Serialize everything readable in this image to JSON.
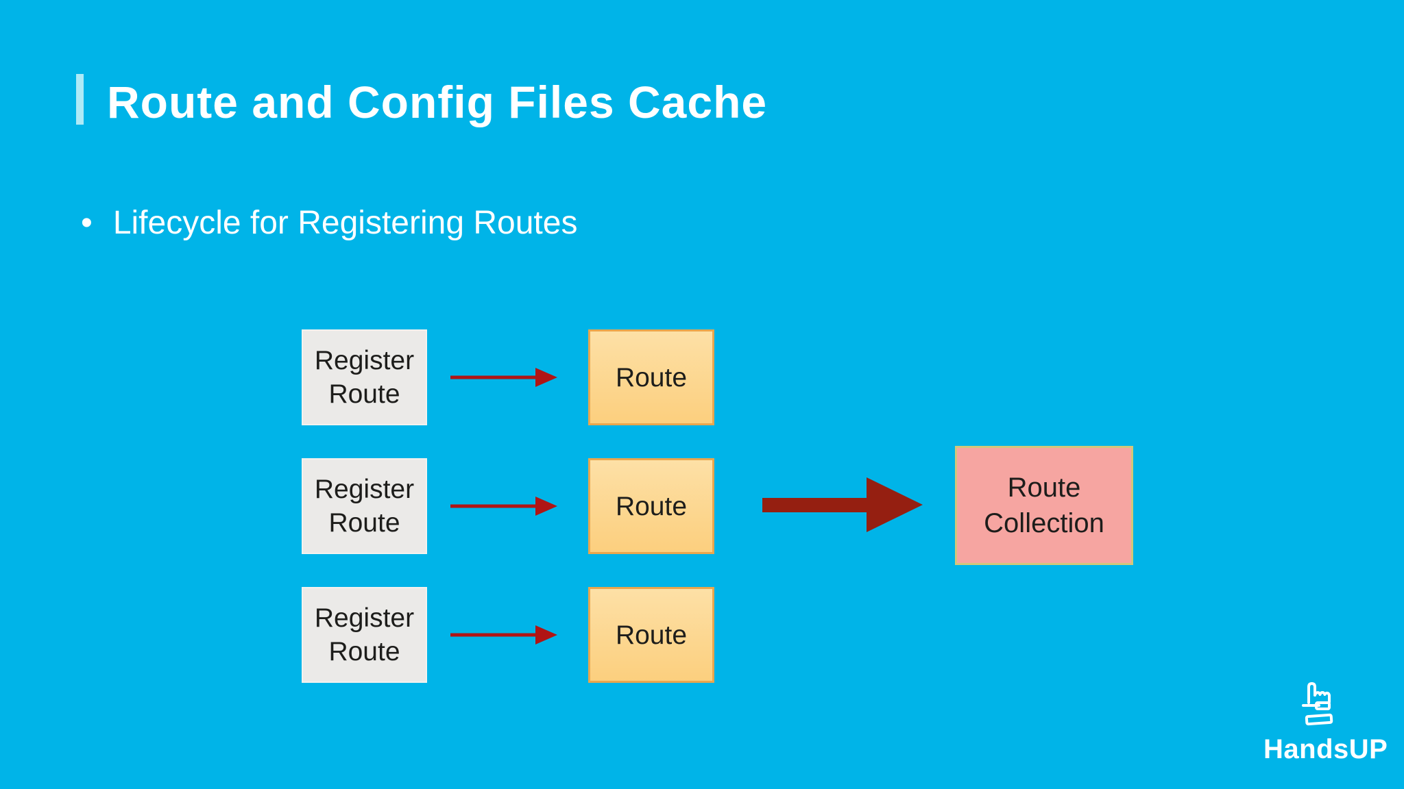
{
  "slide": {
    "title": "Route and Config Files Cache",
    "bullet": "Lifecycle for Registering Routes",
    "background_color": "#00b4e8",
    "accent_bar_color": "#aeeaf7",
    "text_color": "#ffffff"
  },
  "diagram": {
    "rows": [
      {
        "source": "Register Route",
        "target": "Route"
      },
      {
        "source": "Register Route",
        "target": "Route"
      },
      {
        "source": "Register Route",
        "target": "Route"
      }
    ],
    "result": "Route Collection",
    "colors": {
      "source_fill": "#ebeae8",
      "target_fill_top": "#fde0a6",
      "target_fill_bottom": "#fccf7e",
      "target_border": "#eaa64d",
      "result_fill": "#f6a5a1",
      "result_border": "#d2c77b",
      "small_arrow": "#b01515",
      "large_arrow": "#951f11",
      "box_text": "#1d1d1b"
    }
  },
  "footer": {
    "brand": "HandsUP",
    "logo_icon": "hand-pointing-up"
  }
}
